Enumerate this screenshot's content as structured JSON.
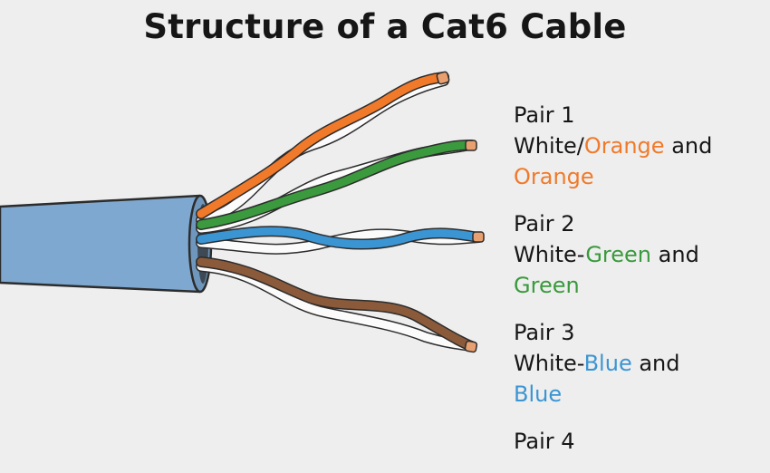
{
  "title": "Structure of a Cat6 Cable",
  "colors": {
    "orange": "#f07a2a",
    "green": "#3a9a3d",
    "blue": "#3b95d3",
    "brown": "#8a5a3a",
    "white": "#fbfbfb",
    "jacket": "#7ea8cf",
    "copper": "#e9a070",
    "text": "#161616"
  },
  "pairs": [
    {
      "label": "Pair 1",
      "line1_prefix": "White/",
      "line1_color_word": "Orange",
      "line1_suffix": " and",
      "line2_color_word": "Orange",
      "color": "orange"
    },
    {
      "label": "Pair 2",
      "line1_prefix": "White-",
      "line1_color_word": "Green",
      "line1_suffix": " and",
      "line2_color_word": "Green",
      "color": "green"
    },
    {
      "label": "Pair 3",
      "line1_prefix": "White-",
      "line1_color_word": "Blue",
      "line1_suffix": " and",
      "line2_color_word": "Blue",
      "color": "blue"
    },
    {
      "label": "Pair 4",
      "color": "brown"
    }
  ]
}
